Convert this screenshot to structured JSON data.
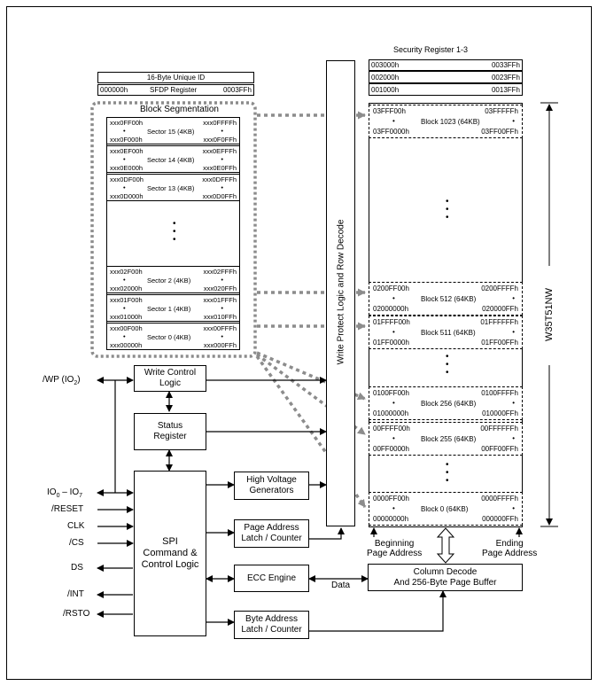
{
  "security": {
    "title": "Security Register 1-3",
    "rows": [
      {
        "start": "003000h",
        "end": "0033FFh"
      },
      {
        "start": "002000h",
        "end": "0023FFh"
      },
      {
        "start": "001000h",
        "end": "0013FFh"
      }
    ]
  },
  "unique_id": {
    "label": "16-Byte Unique ID"
  },
  "sfdp": {
    "start": "000000h",
    "label": "SFDP Register",
    "end": "0003FFh"
  },
  "segmentation": {
    "title": "Block Segmentation",
    "sectors": [
      {
        "tl": "xxx0FF00h",
        "tr": "xxx0FFFFh",
        "name": "Sector 15 (4KB)",
        "bl": "xxx0F000h",
        "br": "xxx0F0FFh"
      },
      {
        "tl": "xxx0EF00h",
        "tr": "xxx0EFFFh",
        "name": "Sector 14 (4KB)",
        "bl": "xxx0E000h",
        "br": "xxx0E0FFh"
      },
      {
        "tl": "xxx0DF00h",
        "tr": "xxx0DFFFh",
        "name": "Sector 13 (4KB)",
        "bl": "xxx0D000h",
        "br": "xxx0D0FFh"
      },
      {
        "tl": "xxx02F00h",
        "tr": "xxx02FFFh",
        "name": "Sector 2 (4KB)",
        "bl": "xxx02000h",
        "br": "xxx020FFh"
      },
      {
        "tl": "xxx01F00h",
        "tr": "xxx01FFFh",
        "name": "Sector 1 (4KB)",
        "bl": "xxx01000h",
        "br": "xxx010FFh"
      },
      {
        "tl": "xxx00F00h",
        "tr": "xxx00FFFh",
        "name": "Sector 0 (4KB)",
        "bl": "xxx00000h",
        "br": "xxx000FFh"
      }
    ]
  },
  "blocks": [
    {
      "tl": "03FFF00h",
      "tr": "03FFFFFh",
      "name": "Block 1023 (64KB)",
      "bl": "03FF0000h",
      "br": "03FF00FFh"
    },
    {
      "tl": "0200FF00h",
      "tr": "0200FFFFh",
      "name": "Block 512 (64KB)",
      "bl": "02000000h",
      "br": "020000FFh"
    },
    {
      "tl": "01FFFF00h",
      "tr": "01FFFFFFh",
      "name": "Block 511 (64KB)",
      "bl": "01FF0000h",
      "br": "01FF00FFh"
    },
    {
      "tl": "0100FF00h",
      "tr": "0100FFFFh",
      "name": "Block 256 (64KB)",
      "bl": "01000000h",
      "br": "010000FFh"
    },
    {
      "tl": "00FFFF00h",
      "tr": "00FFFFFFh",
      "name": "Block 255 (64KB)",
      "bl": "00FF0000h",
      "br": "00FF00FFh"
    },
    {
      "tl": "0000FF00h",
      "tr": "0000FFFFh",
      "name": "Block 0 (64KB)",
      "bl": "00000000h",
      "br": "000000FFh"
    }
  ],
  "write_protect": "Write Protect Logic and Row Decode",
  "part_number": "W35T51NW",
  "blocks_misc": {
    "beginning": [
      "Beginning",
      "Page Address"
    ],
    "ending": [
      "Ending",
      "Page Address"
    ]
  },
  "boxes": {
    "write_control": [
      "Write Control",
      "Logic"
    ],
    "status": [
      "Status",
      "Register"
    ],
    "hv": [
      "High Voltage",
      "Generators"
    ],
    "page_latch": [
      "Page Address",
      "Latch / Counter"
    ],
    "spi": [
      "SPI",
      "Command &",
      "Control Logic"
    ],
    "ecc": "ECC Engine",
    "column": [
      "Column Decode",
      "And 256-Byte Page Buffer"
    ],
    "byte_latch": [
      "Byte Address",
      "Latch / Counter"
    ],
    "data_label": "Data"
  },
  "pins": {
    "wp_main": "/WP (IO",
    "wp_sub": "2",
    "wp_end": ")",
    "io_a": "IO",
    "io_a_sub": "0",
    "io_mid": " – IO",
    "io_b_sub": "7",
    "reset": "/RESET",
    "clk": "CLK",
    "cs": "/CS",
    "ds": "DS",
    "int": "/INT",
    "rsto": "/RSTO"
  },
  "dots": "•"
}
